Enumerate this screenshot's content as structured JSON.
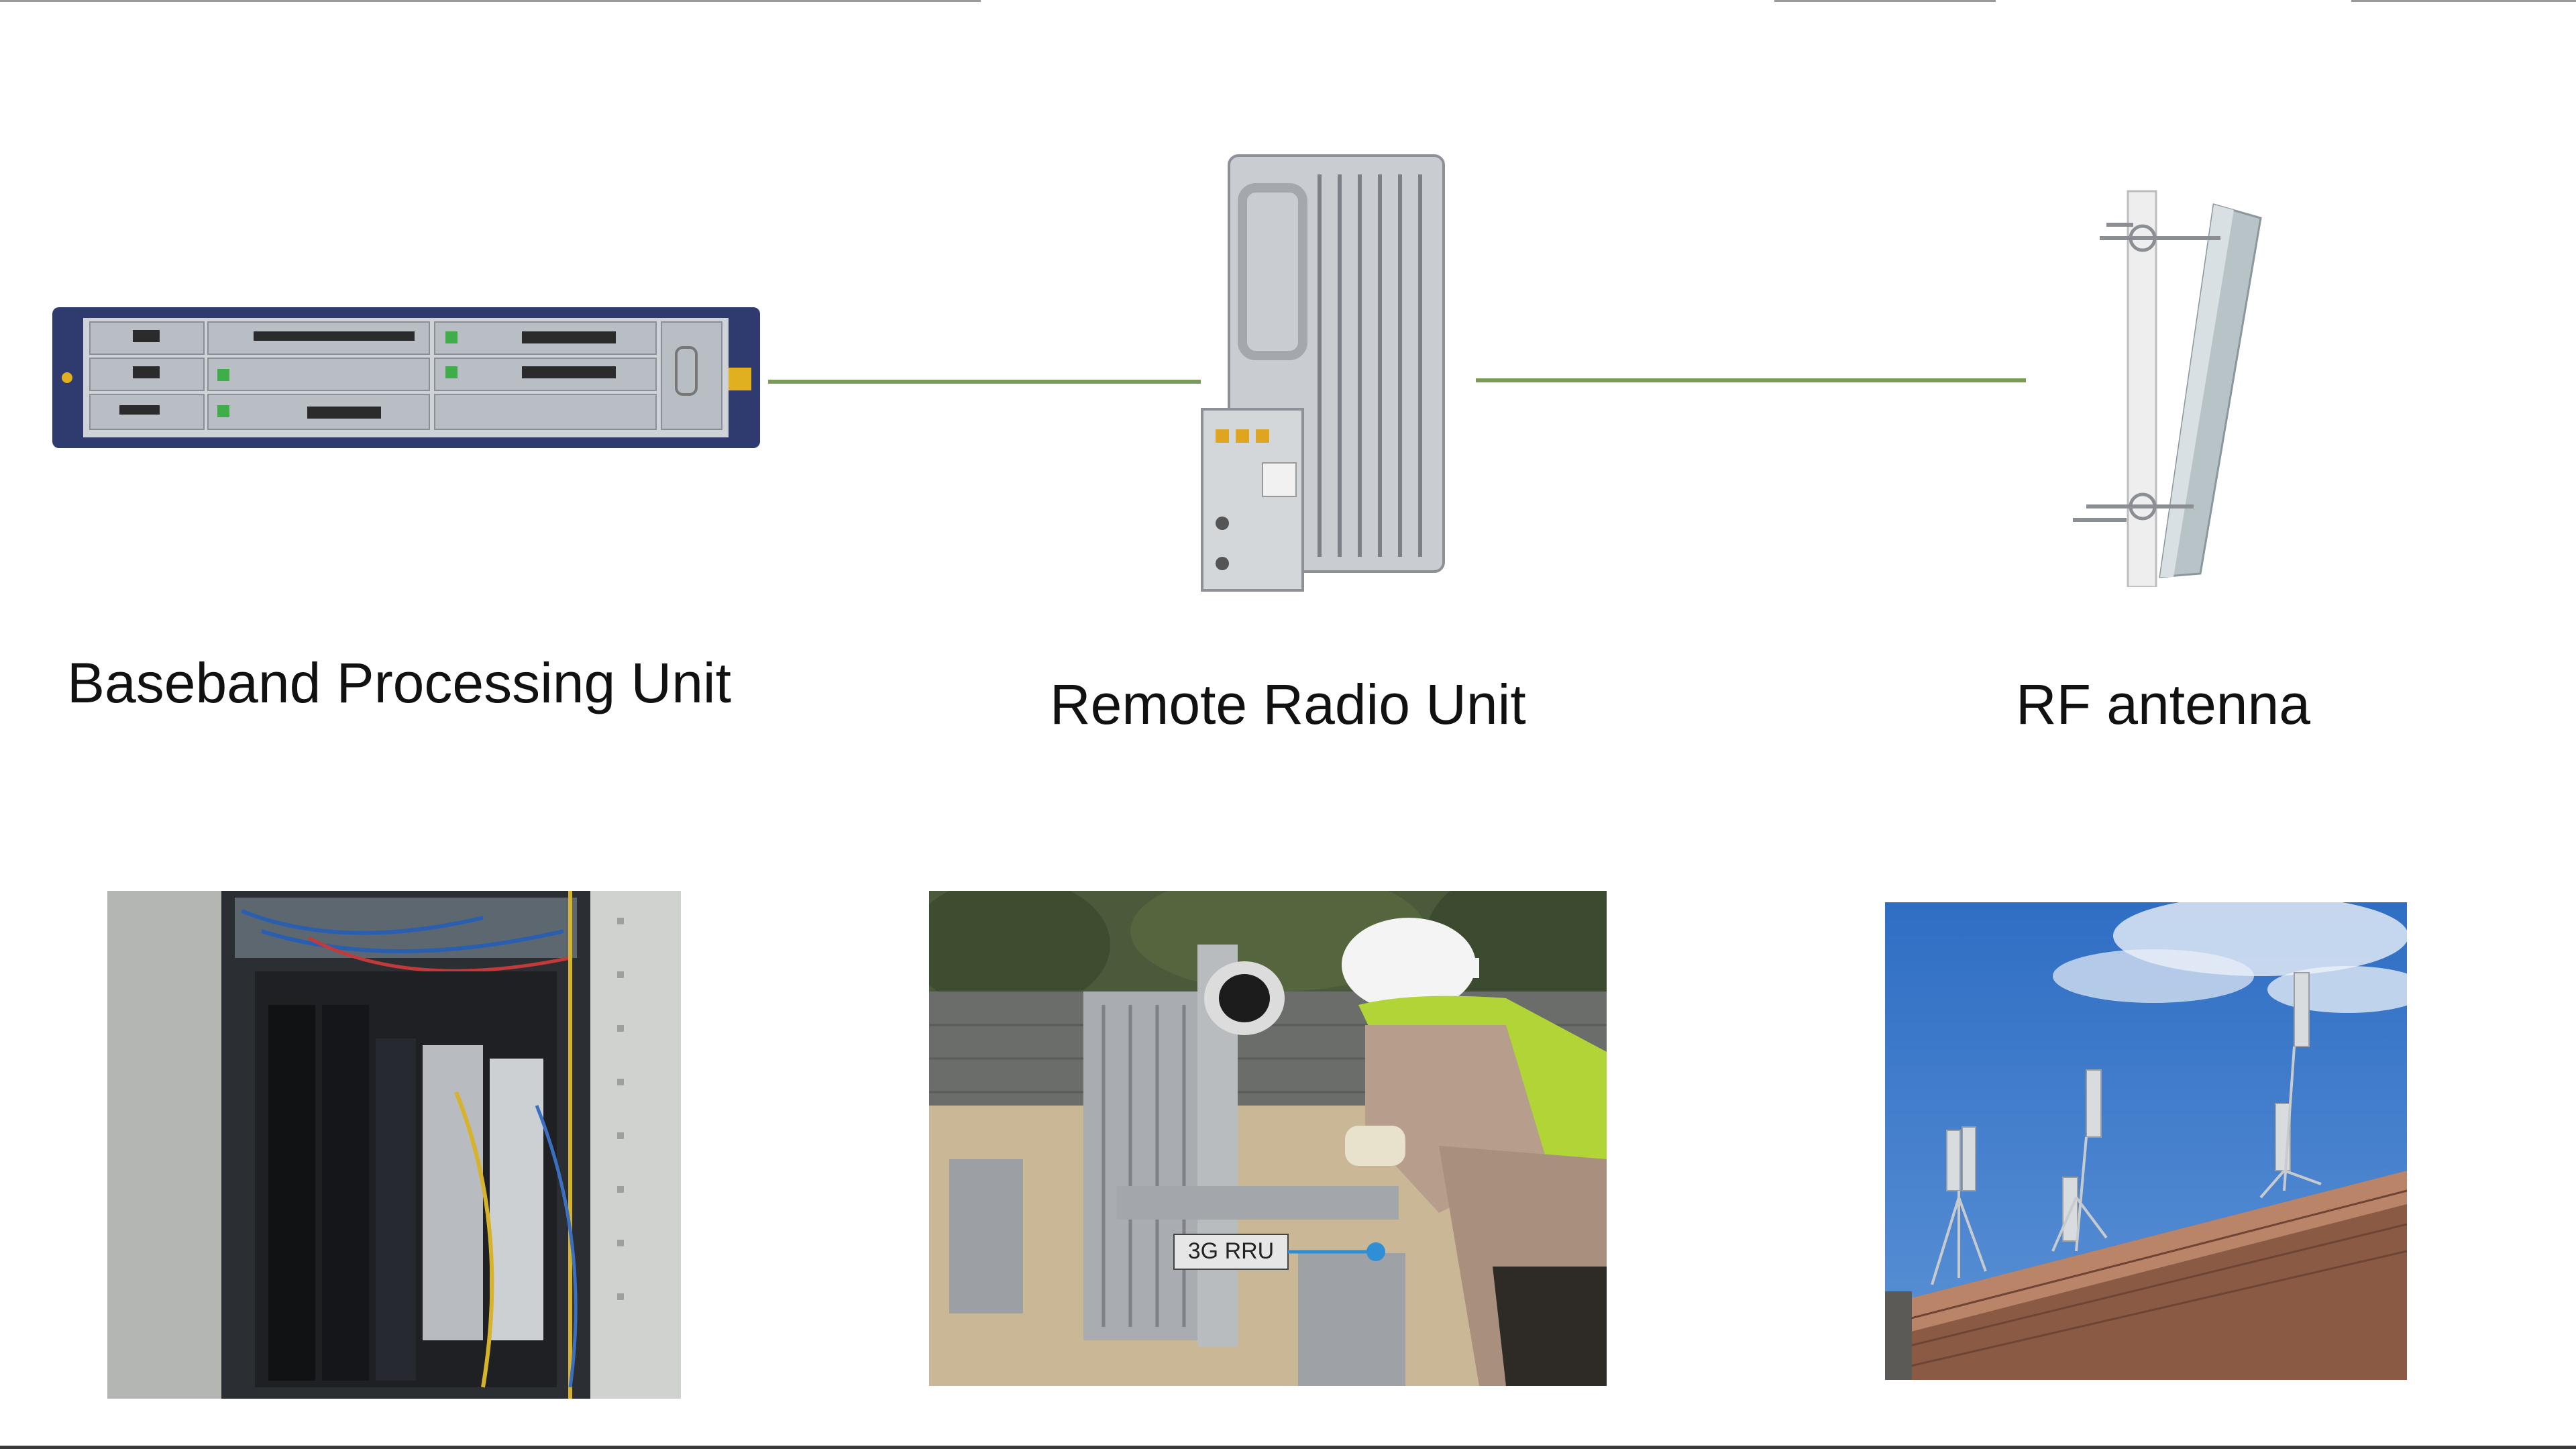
{
  "colors": {
    "connector": "#7a9a58",
    "rule": "#9a9a9a",
    "text": "#111111"
  },
  "labels": {
    "bbu": "Baseband Processing Unit",
    "rru": "Remote Radio Unit",
    "antenna": "RF antenna"
  },
  "photos": {
    "rru_tag": "3G RRU"
  }
}
